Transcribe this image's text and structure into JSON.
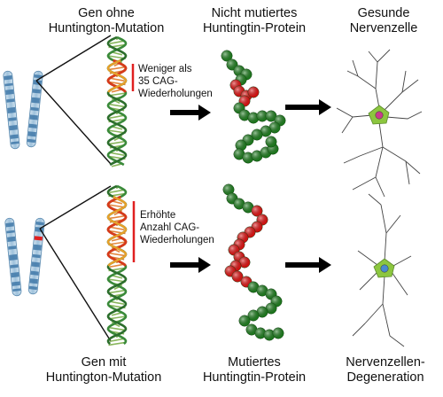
{
  "captions": {
    "gene_normal": [
      "Gen ohne",
      "Huntington-Mutation"
    ],
    "protein_normal": [
      "Nicht mutiertes",
      "Huntingtin-Protein"
    ],
    "neuron_healthy": [
      "Gesunde",
      "Nervenzelle"
    ],
    "gene_mutant": [
      "Gen mit",
      "Huntington-Mutation"
    ],
    "protein_mutant": [
      "Mutiertes",
      "Huntingtin-Protein"
    ],
    "neuron_degen": [
      "Nervenzellen-",
      "Degeneration"
    ]
  },
  "annotations": {
    "normal_repeats": [
      "Weniger als",
      "35 CAG-",
      "Wiederholungen"
    ],
    "mutant_repeats": [
      "Erhöhte",
      "Anzahl CAG-",
      "Wiederholungen"
    ]
  },
  "colors": {
    "protein_green": "#1d7d1d",
    "protein_red": "#e01010",
    "marker_red": "#e02020",
    "chromosome_blue": "#3f78a8",
    "neuron_body": "#8cc63f",
    "nucleus_normal": "#c83c8c",
    "nucleus_mutant": "#4a8ad0"
  },
  "icons": {
    "chromosomes": "chromosome-pair-icon",
    "dna": "dna-helix-icon",
    "protein": "protein-chain-icon",
    "arrow": "arrow-right-icon",
    "neuron": "neuron-icon"
  }
}
